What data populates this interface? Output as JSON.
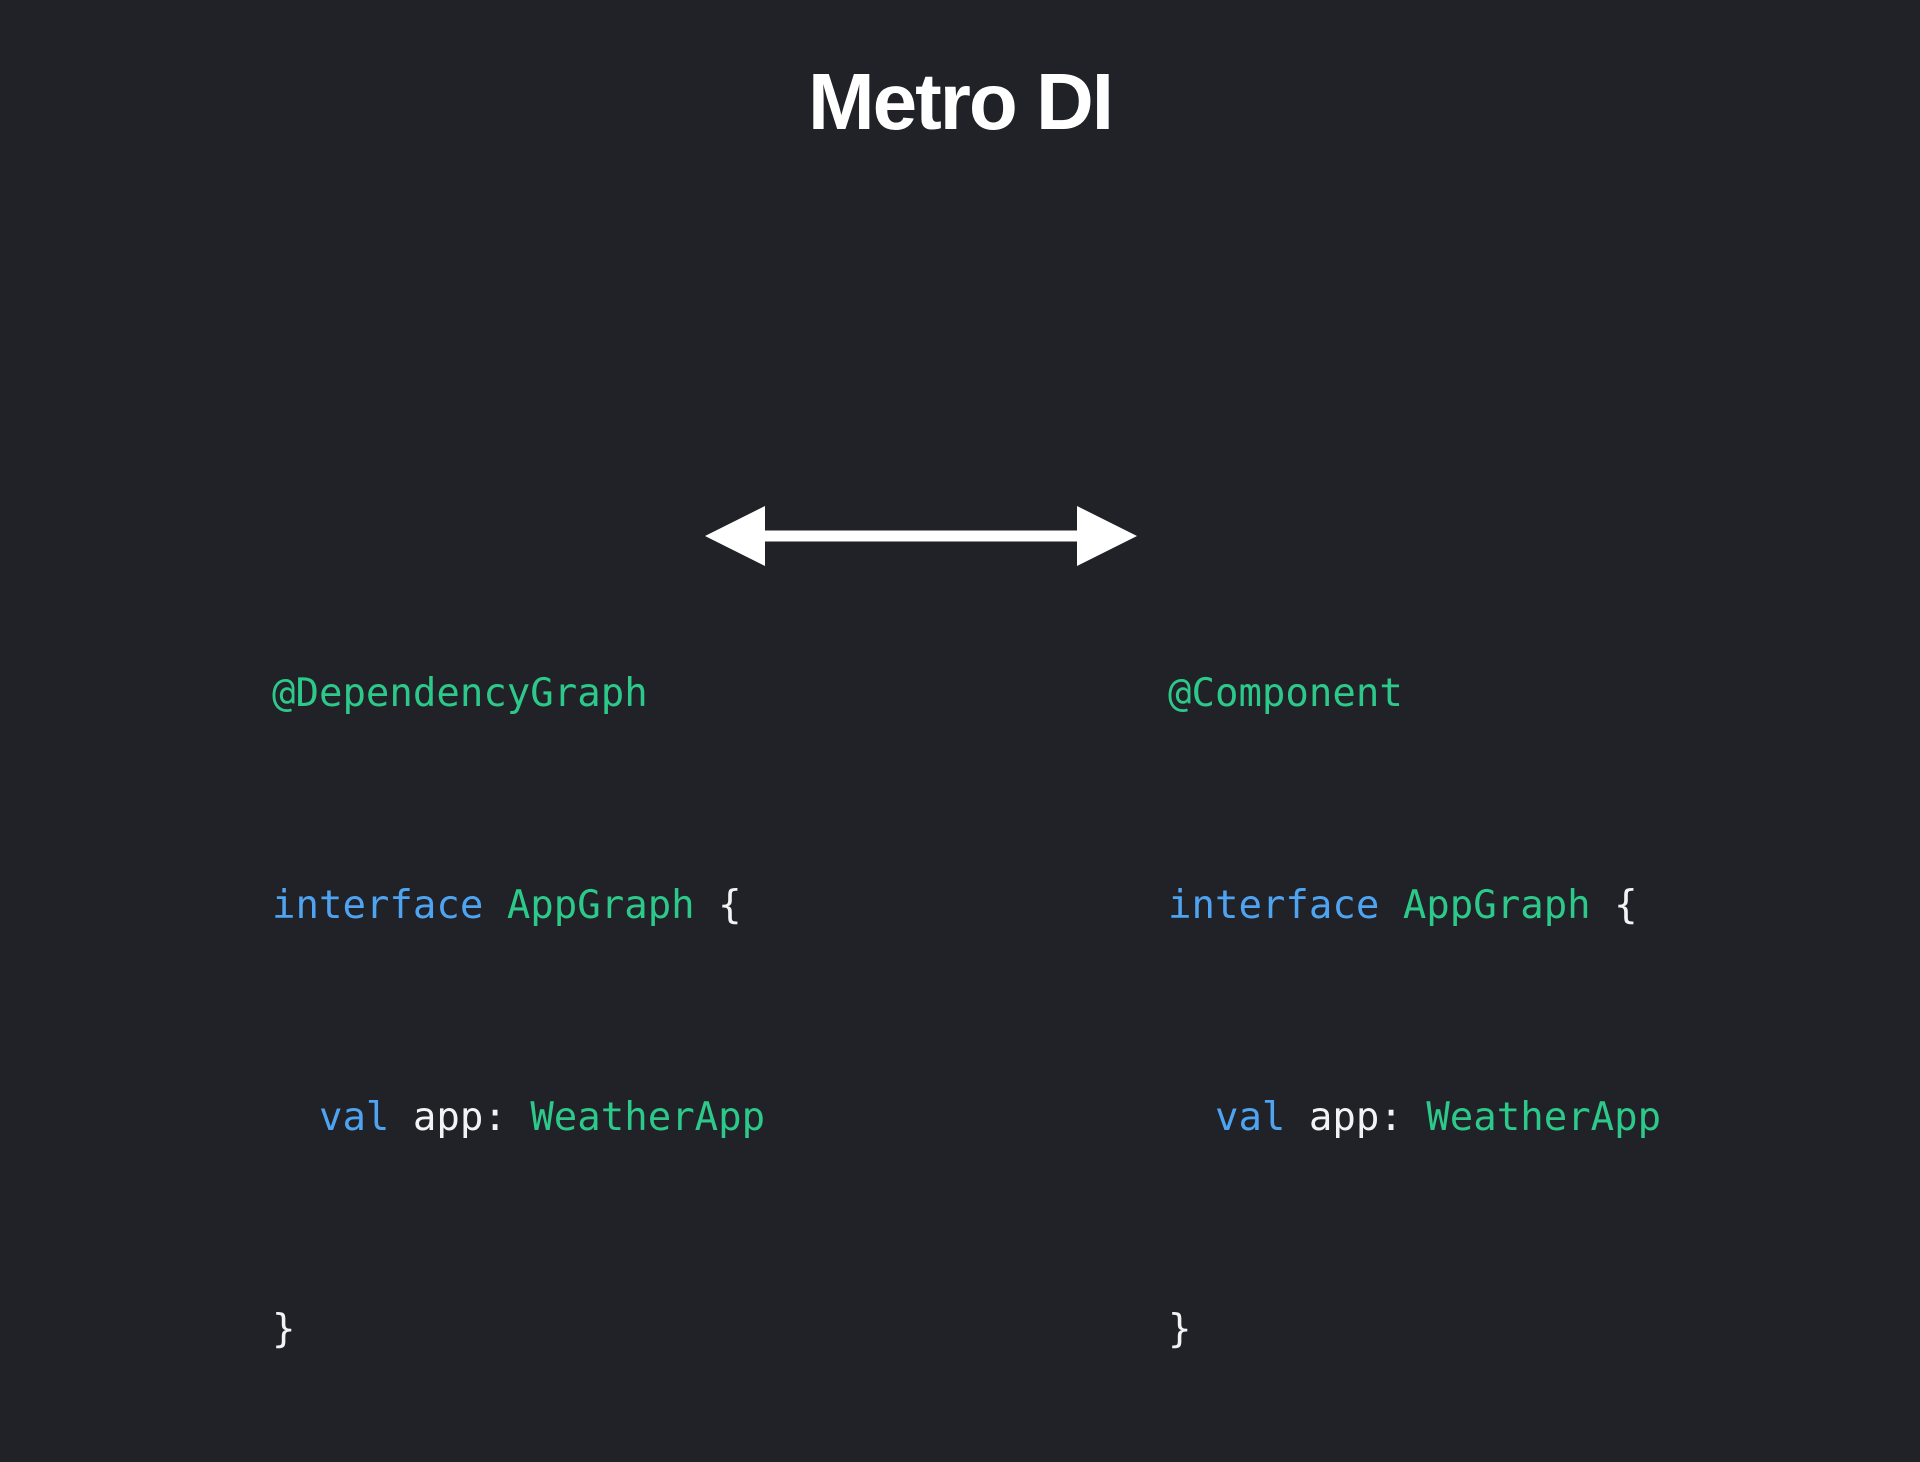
{
  "slide": {
    "background_color": "#202227",
    "title": "Metro DI"
  },
  "colors": {
    "background": "#202227",
    "title_text": "#ffffff",
    "annotation_green": "#2dc98a",
    "keyword_blue": "#4ea4f0",
    "type_green": "#2dc98a",
    "plain_text": "#f2f3f5",
    "arrow_white": "#ffffff"
  },
  "code_left": {
    "label": "metro-dependency-graph-snippet",
    "lines": [
      {
        "tokens": [
          {
            "text": "@DependencyGraph",
            "kind": "annotation"
          }
        ]
      },
      {
        "tokens": [
          {
            "text": "interface",
            "kind": "keyword"
          },
          {
            "text": " ",
            "kind": "plain"
          },
          {
            "text": "AppGraph",
            "kind": "type"
          },
          {
            "text": " {",
            "kind": "punct"
          }
        ]
      },
      {
        "tokens": [
          {
            "text": "  ",
            "kind": "plain"
          },
          {
            "text": "val",
            "kind": "keyword"
          },
          {
            "text": " app: ",
            "kind": "plain"
          },
          {
            "text": "WeatherApp",
            "kind": "type"
          }
        ]
      },
      {
        "tokens": [
          {
            "text": "}",
            "kind": "punct"
          }
        ]
      }
    ],
    "plain_text": "@DependencyGraph\ninterface AppGraph {\n  val app: WeatherApp\n}"
  },
  "code_right": {
    "label": "dagger-component-snippet",
    "lines": [
      {
        "tokens": [
          {
            "text": "@Component",
            "kind": "annotation"
          }
        ]
      },
      {
        "tokens": [
          {
            "text": "interface",
            "kind": "keyword"
          },
          {
            "text": " ",
            "kind": "plain"
          },
          {
            "text": "AppGraph",
            "kind": "type"
          },
          {
            "text": " {",
            "kind": "punct"
          }
        ]
      },
      {
        "tokens": [
          {
            "text": "  ",
            "kind": "plain"
          },
          {
            "text": "val",
            "kind": "keyword"
          },
          {
            "text": " app: ",
            "kind": "plain"
          },
          {
            "text": "WeatherApp",
            "kind": "type"
          }
        ]
      },
      {
        "tokens": [
          {
            "text": "}",
            "kind": "punct"
          }
        ]
      }
    ],
    "plain_text": "@Component\ninterface AppGraph {\n  val app: WeatherApp\n}"
  },
  "connector": {
    "icon": "double-headed-arrow-icon",
    "direction": "bidirectional",
    "color": "#ffffff"
  }
}
